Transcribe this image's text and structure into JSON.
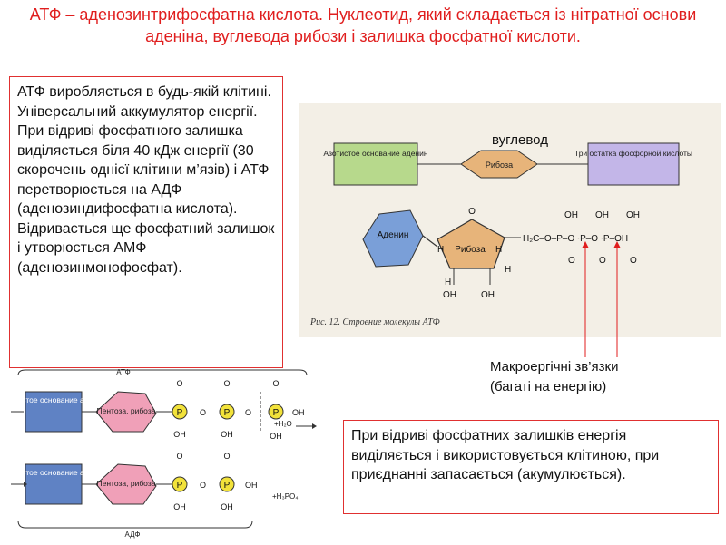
{
  "title": "АТФ – аденозинтрифосфатна кислота. Нуклеотид, який складається із нітратної основи аденіна, вуглевода рибози і залишка фосфатної кислоти.",
  "left_text": "АТФ виробляється в будь-якій клітині. Універсальний аккумулятор енергії. При відриві фосфатного залишка виділяється біля 40 кДж енергії (30 скорочень однієї клітини м’язів) і АТФ перетворюється на АДФ (аденозиндифосфатна кислота). Відривається ще фосфатний залишок і утворюється АМФ (аденозинмонофосфат).",
  "right_text": "При відриві фосфатних залишків енергія виділяється і використовується клітиною, при приєднанні запасається (акумулюється).",
  "annotation_uglevod": "вуглевод",
  "annotation_macro": "Макроергічні зв’язки\n(багаті на енергію)",
  "photo": {
    "box_adenine": "Азотистое основание аденин",
    "box_ribose": "Рибоза",
    "box_phosphate": "Три остатка фосфорной кислоты",
    "adenine_label": "Аденин",
    "ribose_label": "Рибоза",
    "H": "H",
    "OH": "OH",
    "O": "O",
    "chain": "H₂C–O–P–O~P–O~P–OH",
    "caption": "Рис. 12. Строение молекулы АТФ"
  },
  "scheme": {
    "atf_label": "АТФ",
    "adf_label": "АДФ",
    "base": "Азотистое основание аденин",
    "pentose": "Пентоза, рибоза",
    "P": "P",
    "O": "O",
    "OH": "OH",
    "plus_water": "+H₂O",
    "plus_phosphoric": "+H₃PO₄"
  },
  "colors": {
    "title_red": "#e01e1e",
    "box_green": "#b7d98c",
    "box_blue": "#c3b6e8",
    "ribose_orange": "#e7b47a",
    "adenine_blue": "#7a9fd8",
    "scheme_blue": "#5f82c4",
    "scheme_pink": "#f0a0b8",
    "phosphate_yellow": "#f2e23a"
  }
}
